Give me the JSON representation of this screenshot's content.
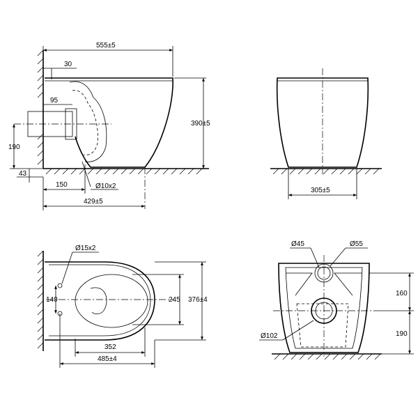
{
  "colors": {
    "line": "#000000",
    "background": "#ffffff"
  },
  "side_view": {
    "overall_length": "555±5",
    "wall_offset": "30",
    "pipe_top": "95",
    "pipe_height": "190",
    "floor_offset": "43",
    "outlet_distance": "150",
    "bolt_holes": "Ø10x2",
    "base_length": "429±5",
    "height": "390±5"
  },
  "front_view": {
    "width": "305±5"
  },
  "top_view": {
    "holes": "Ø15x2",
    "hole_spacing": "140",
    "seat_width": "245",
    "overall_width": "376±4",
    "bowl_length": "352",
    "length": "485±4"
  },
  "rear_view": {
    "inlet_small": "Ø45",
    "inlet_large": "Ø55",
    "upper_height": "160",
    "lower_height": "190",
    "outlet": "Ø102"
  }
}
